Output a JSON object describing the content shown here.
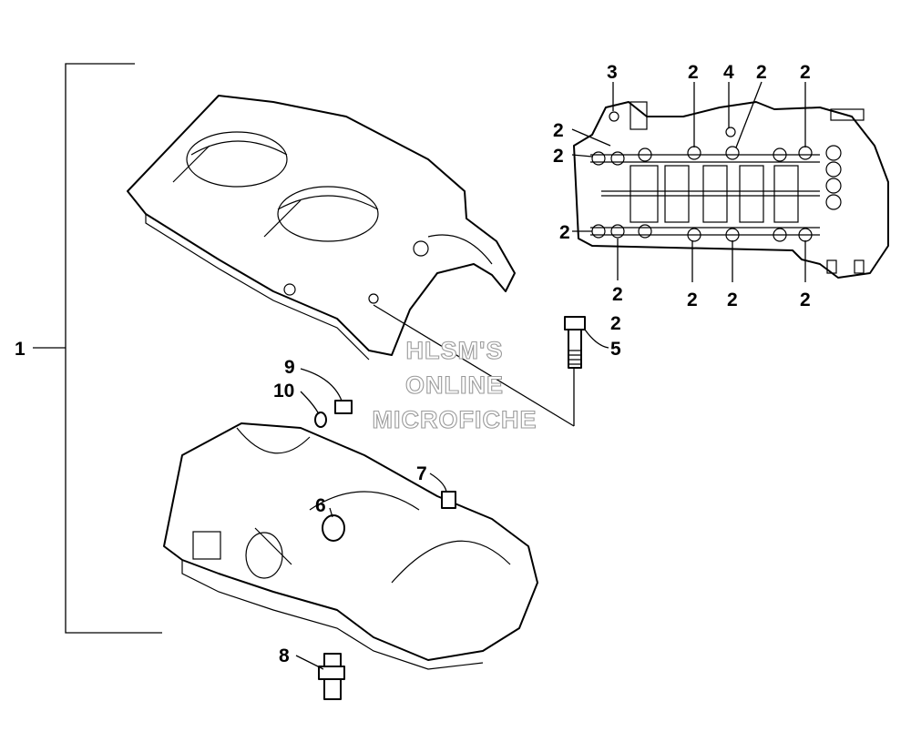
{
  "callouts": {
    "c1": "1",
    "c2_a": "2",
    "c2_b": "2",
    "c2_c": "2",
    "c2_d": "2",
    "c2_e": "2",
    "c2_f": "2",
    "c2_g": "2",
    "c2_h": "2",
    "c2_i": "2",
    "c2_j": "2",
    "c2_k": "2",
    "c3": "3",
    "c4": "4",
    "c5": "5",
    "c6": "6",
    "c7": "7",
    "c8": "8",
    "c9": "9",
    "c10": "10"
  },
  "watermark": {
    "line1": "HLSM'S",
    "line2": "ONLINE",
    "line3": "MICROFICHE"
  },
  "colors": {
    "line": "#000000",
    "background": "#ffffff",
    "watermark_outline": "#9a9a9a"
  }
}
